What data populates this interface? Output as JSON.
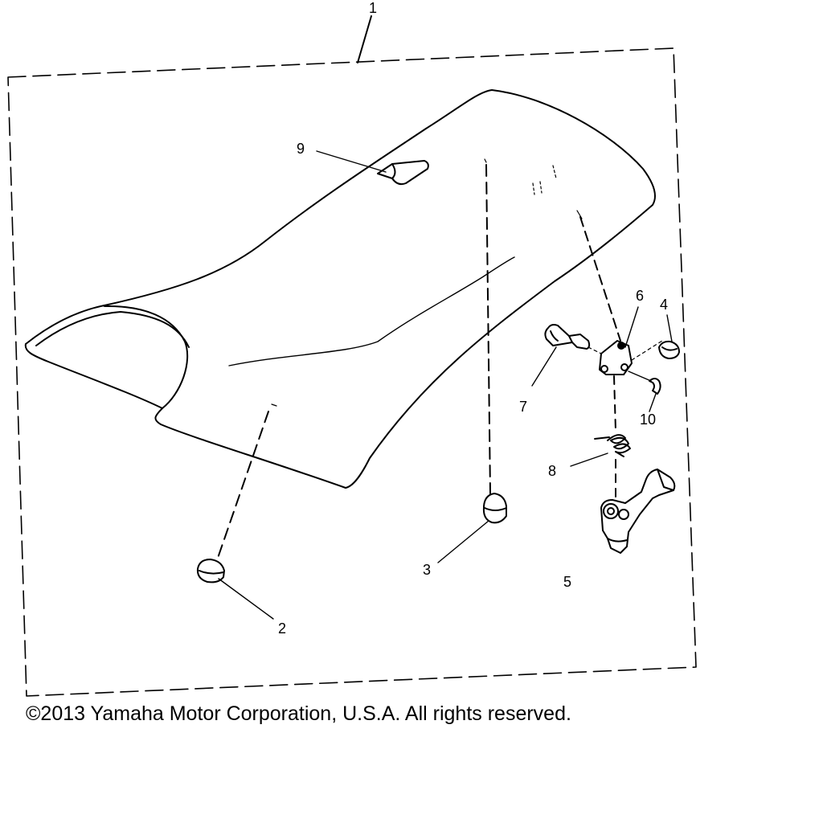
{
  "callouts": {
    "c1": "1",
    "c2": "2",
    "c3": "3",
    "c4": "4",
    "c5": "5",
    "c6": "6",
    "c7": "7",
    "c8": "8",
    "c9": "9",
    "c10": "10"
  },
  "copyright": "©2013 Yamaha Motor Corporation, U.S.A. All rights reserved.",
  "colors": {
    "line": "#000000",
    "background": "#ffffff"
  }
}
